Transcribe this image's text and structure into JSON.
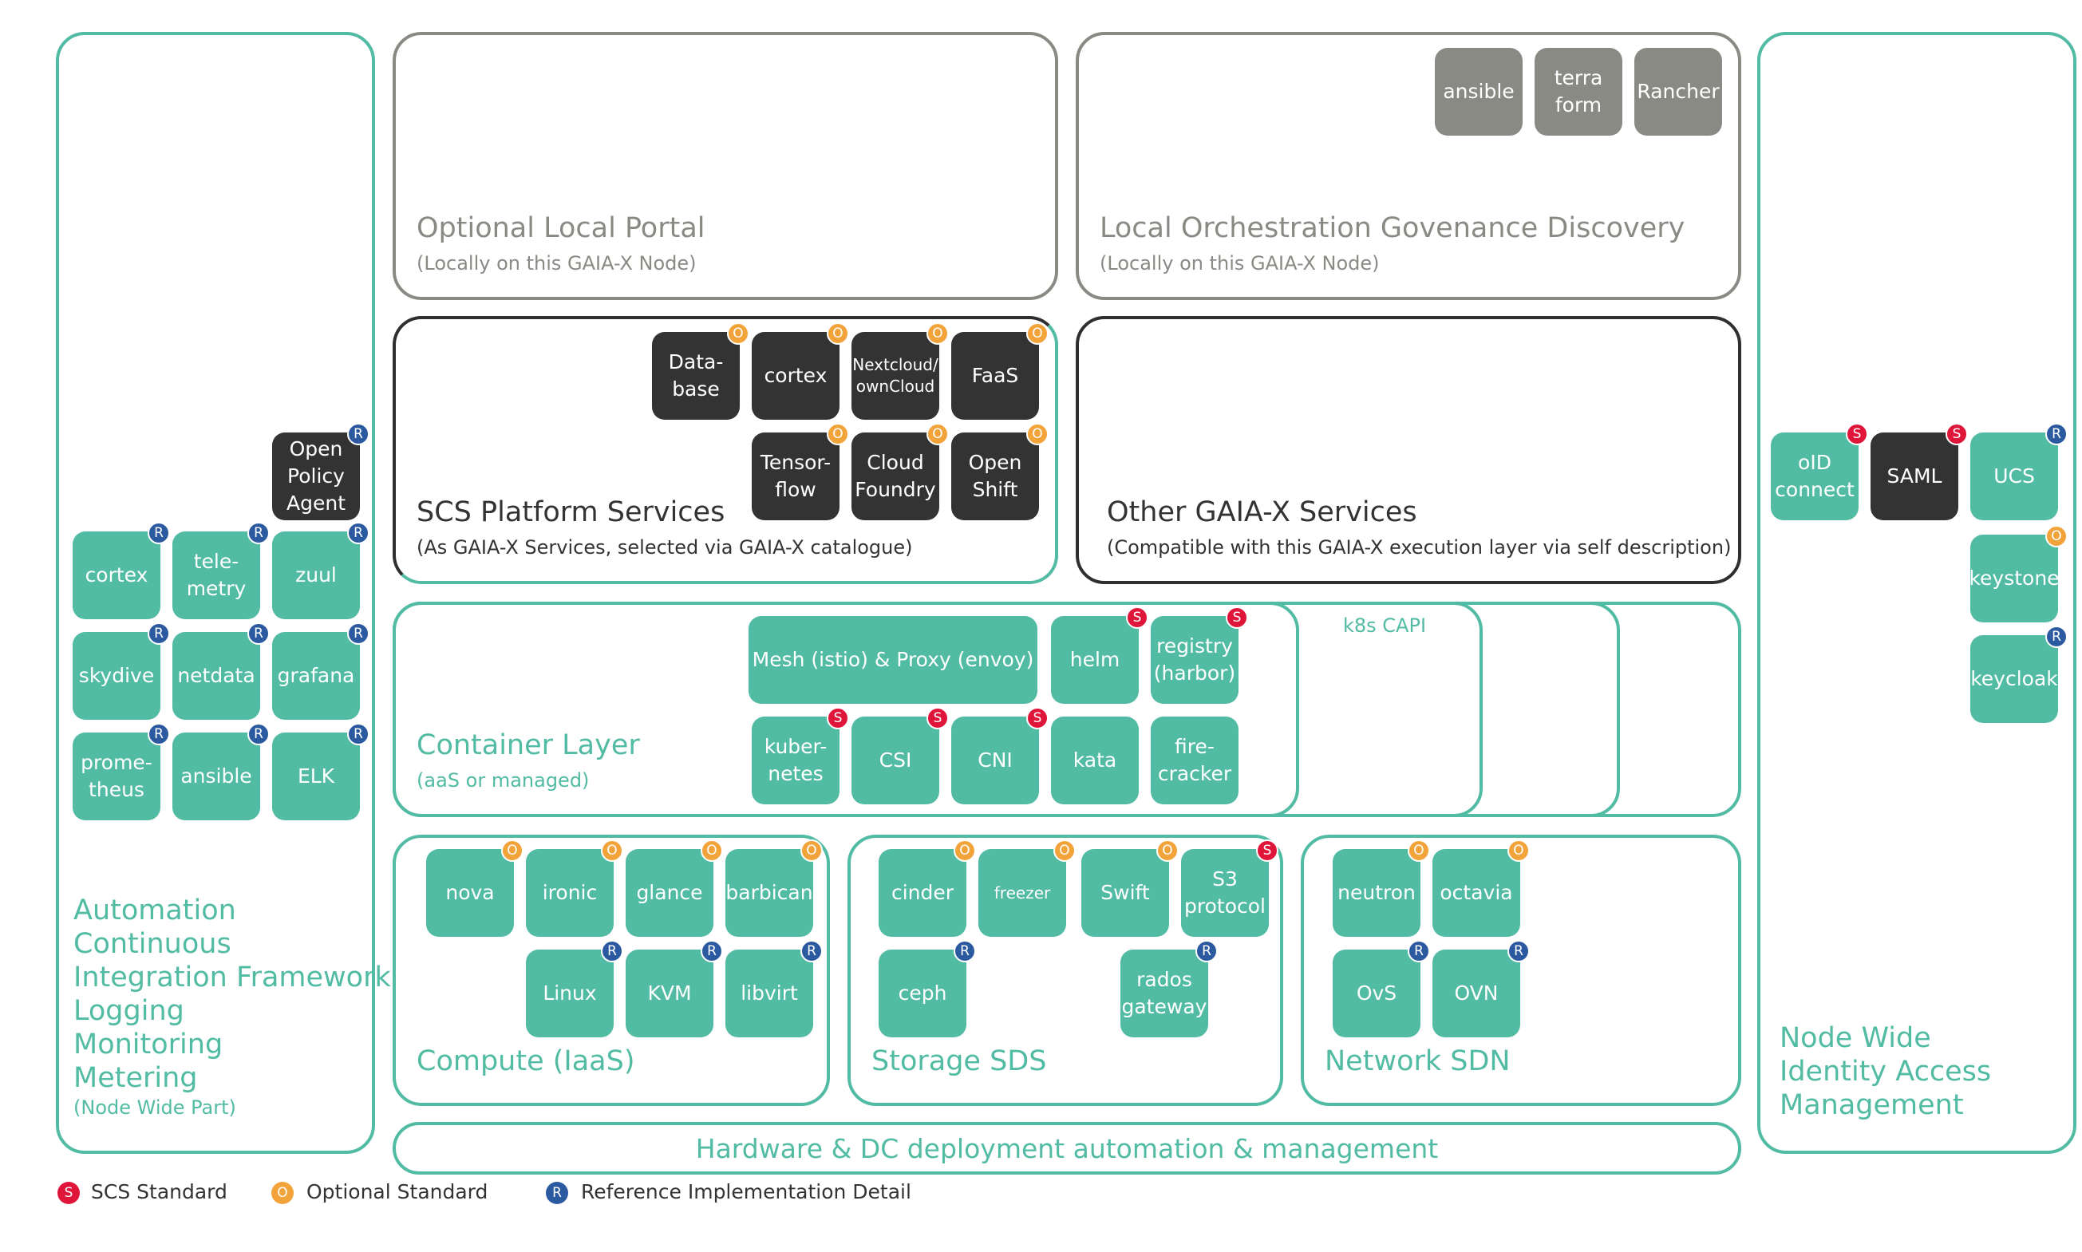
{
  "badges": {
    "R": "R",
    "O": "O",
    "S": "S"
  },
  "colors": {
    "teal": "#52bba3",
    "dark": "#333333",
    "gray": "#8a8a85",
    "badge_R": "#2c5aa0",
    "badge_O": "#f2a33a",
    "badge_S": "#e0153a"
  },
  "automation": {
    "lines": "Automation\nContinuous\nIntegration Framework\nLogging\nMonitoring\nMetering",
    "sub": "(Node Wide Part)",
    "opa": "Open\nPolicy\nAgent",
    "tiles": [
      "cortex",
      "tele-\nmetry",
      "zuul",
      "skydive",
      "netdata",
      "grafana",
      "prome-\ntheus",
      "ansible",
      "ELK"
    ]
  },
  "portal": {
    "title": "Optional Local Portal",
    "sub": "(Locally on this GAIA-X Node)"
  },
  "orchestration": {
    "title": "Local Orchestration Govenance Discovery",
    "sub": "(Locally on this GAIA-X Node)",
    "tiles": [
      "ansible",
      "terra\nform",
      "Rancher"
    ]
  },
  "platform": {
    "title": "SCS Platform  Services",
    "sub": "(As GAIA-X Services, selected via GAIA-X catalogue)",
    "tiles": [
      "Data-\nbase",
      "cortex",
      "Nextcloud/\nownCloud",
      "FaaS",
      "Tensor-\nflow",
      "Cloud\nFoundry",
      "Open\nShift"
    ]
  },
  "other": {
    "title": "Other GAIA-X Services",
    "sub": "(Compatible with this GAIA-X execution layer via self description)"
  },
  "container": {
    "title": "Container Layer",
    "sub": "(aaS or managed)",
    "capi": "k8s CAPI",
    "tiles": [
      "Mesh (istio) & Proxy (envoy)",
      "helm",
      "registry\n(harbor)",
      "kuber-\nnetes",
      "CSI",
      "CNI",
      "kata",
      "fire-\ncracker"
    ]
  },
  "compute": {
    "title": "Compute (IaaS)",
    "tiles": [
      "nova",
      "ironic",
      "glance",
      "barbican",
      "Linux",
      "KVM",
      "libvirt"
    ]
  },
  "storage": {
    "title": "Storage SDS",
    "tiles": [
      "cinder",
      "freezer",
      "Swift",
      "S3\nprotocol",
      "ceph",
      "rados\ngateway"
    ]
  },
  "network": {
    "title": "Network SDN",
    "tiles": [
      "neutron",
      "octavia",
      "OvS",
      "OVN"
    ]
  },
  "identity": {
    "lines": "Node Wide\nIdentity Access\nManagement",
    "tiles": [
      "oID\nconnect",
      "SAML",
      "UCS",
      "keystone",
      "keycloak"
    ]
  },
  "hardware": {
    "label": "Hardware & DC deployment automation & management"
  },
  "legend": {
    "scs": "SCS Standard",
    "optional": "Optional Standard",
    "reference": "Reference Implementation Detail"
  }
}
